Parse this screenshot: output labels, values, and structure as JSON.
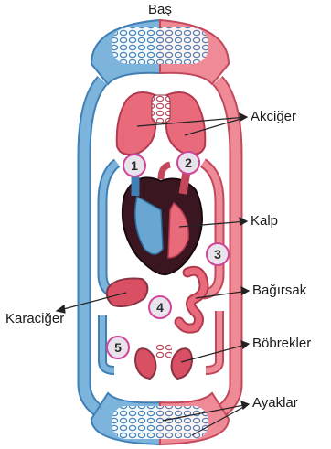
{
  "labels": {
    "head": "Baş",
    "lungs": "Akciğer",
    "heart": "Kalp",
    "intestine": "Bağırsak",
    "liver": "Karaciğer",
    "kidneys": "Böbrekler",
    "feet": "Ayaklar"
  },
  "markers": [
    "1",
    "2",
    "3",
    "4",
    "5"
  ],
  "colors": {
    "oxygenated": "#e8707f",
    "deoxygenated": "#6aa6d2",
    "organ": "#d94f63",
    "marker_border": "#d0459a"
  }
}
